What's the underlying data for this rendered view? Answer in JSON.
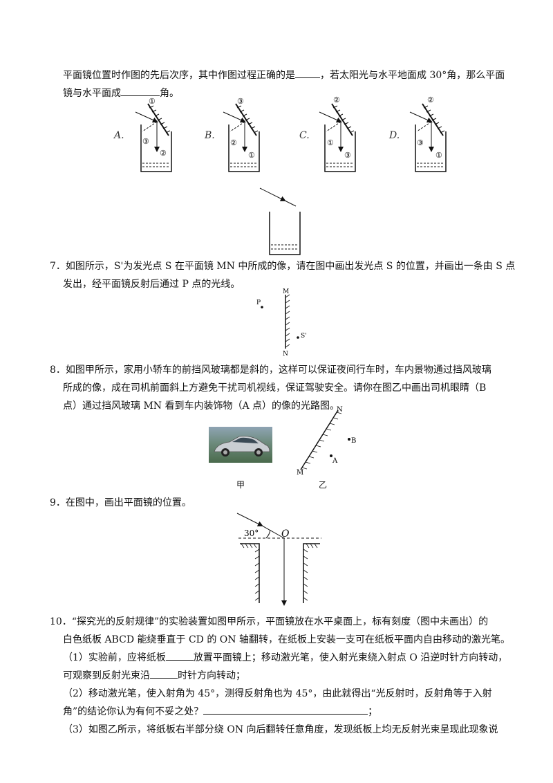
{
  "intro": {
    "line1_a": "平面镜位置时作图的先后次序，其中作图过程正确的是",
    "line1_b": "，若太阳光与水平地面成 30°角，那么平面",
    "line2_a": "镜与水平面成",
    "line2_b": "角。"
  },
  "options": [
    {
      "letter": "A.",
      "marks": [
        "①",
        "③",
        "②"
      ]
    },
    {
      "letter": "B.",
      "marks": [
        "③",
        "②",
        "①"
      ]
    },
    {
      "letter": "C.",
      "marks": [
        "②",
        "①",
        "③"
      ]
    },
    {
      "letter": "D.",
      "marks": [
        "②",
        "③",
        "①"
      ]
    }
  ],
  "q7": {
    "line1": "7．如图所示，S'为发光点 S 在平面镜 MN 中所成的像，请在图中画出发光点 S 的位置，并画出一条由 S 点",
    "line2": "发出，经平面镜反射后通过 P 点的光线。",
    "fig": {
      "m": "M",
      "n": "N",
      "p": "P",
      "s": "S'"
    }
  },
  "q8": {
    "line1": "8．如图甲所示，家用小轿车的前挡风玻璃都是斜的，这样可以保证夜间行车时，车内景物通过挡风玻璃",
    "line2": "所成的像，成在司机前面斜上方避免干扰司机视线，保证驾驶安全。请你在图乙中画出司机眼睛（B",
    "line3": "点）通过挡风玻璃 MN 看到车内装饰物（A 点）的像的光路图。",
    "fig": {
      "n": "N",
      "m": "M",
      "a": "A",
      "b": "B",
      "cap_jia": "甲",
      "cap_yi": "乙"
    }
  },
  "q9": {
    "line1": "9．在图中，画出平面镜的位置。",
    "fig": {
      "angle": "30°",
      "o": "O"
    }
  },
  "q10": {
    "line1": "10．“探究光的反射规律”的实验装置如图甲所示，平面镜放在水平桌面上，标有刻度（图中未画出）的",
    "line2": "白色纸板 ABCD 能绕垂直于 CD 的 ON 轴翻转，在纸板上安装一支可在纸板平面内自由移动的激光笔。",
    "line3_a": "（1）实验前，应将纸板",
    "line3_b": "放置平面镜上；移动激光笔，使入射光束绕入射点 O 沿逆时针方向转动，",
    "line4_a": "可观察到反射光束沿",
    "line4_b": "时针方向转动；",
    "line5": "（2）移动激光笔，使入射角为 45°，测得反射角也为 45°，由此就得出“光反射时，反射角等于入射",
    "line6_a": "角”的结论你认为有何不妥之处？",
    "line6_b": "；",
    "line7": "（3）如图乙所示，将纸板右半部分绕 ON 向后翻转任意角度，发现纸板上均无反射光束呈现此现象说"
  }
}
